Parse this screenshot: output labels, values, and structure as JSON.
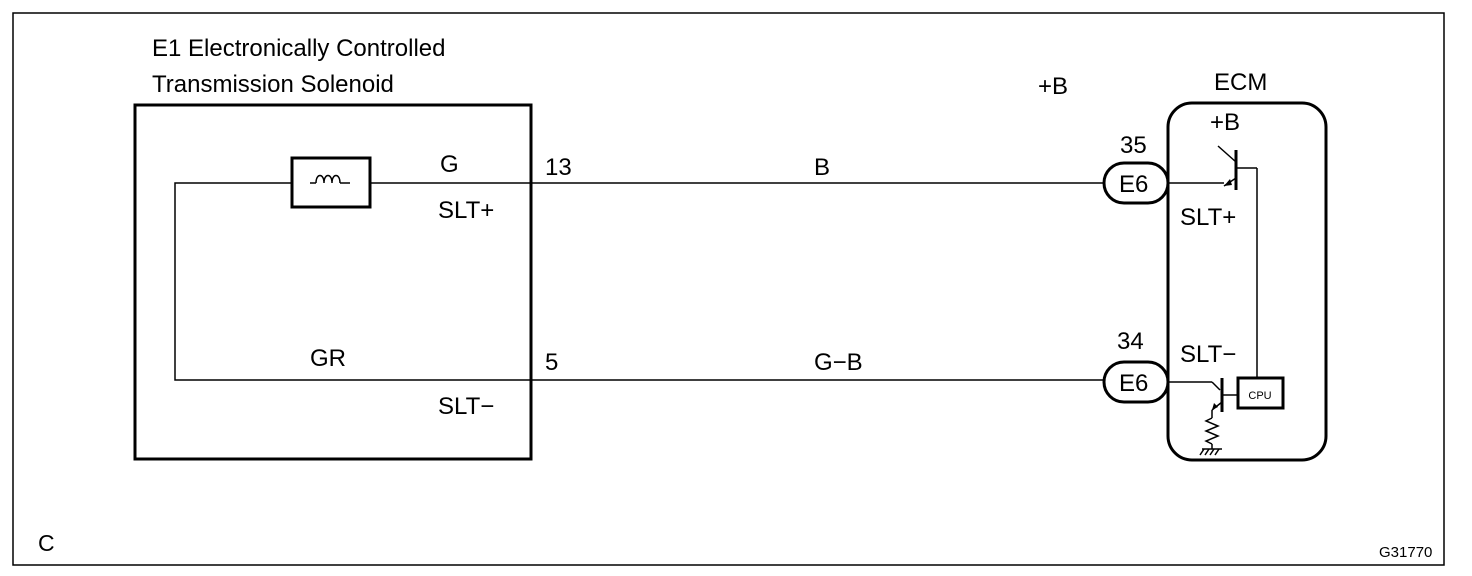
{
  "solenoid": {
    "title_line1": "E1 Electronically Controlled",
    "title_line2": "Transmission Solenoid",
    "wire_top_color": "G",
    "wire_bottom_color": "GR",
    "pin_top_label": "SLT+",
    "pin_bottom_label": "SLT−",
    "pin_top_number": "13",
    "pin_bottom_number": "5"
  },
  "harness": {
    "top_wire_color": "B",
    "bottom_wire_color": "G−B",
    "supply_label": "+B"
  },
  "ecm": {
    "title": "ECM",
    "supply_label": "+B",
    "top_pin_number": "35",
    "bottom_pin_number": "34",
    "top_connector": "E6",
    "bottom_connector": "E6",
    "top_terminal_label": "SLT+",
    "bottom_terminal_label": "SLT−",
    "cpu_label": "CPU"
  },
  "footer": {
    "letter": "C",
    "figure_code": "G31770"
  }
}
